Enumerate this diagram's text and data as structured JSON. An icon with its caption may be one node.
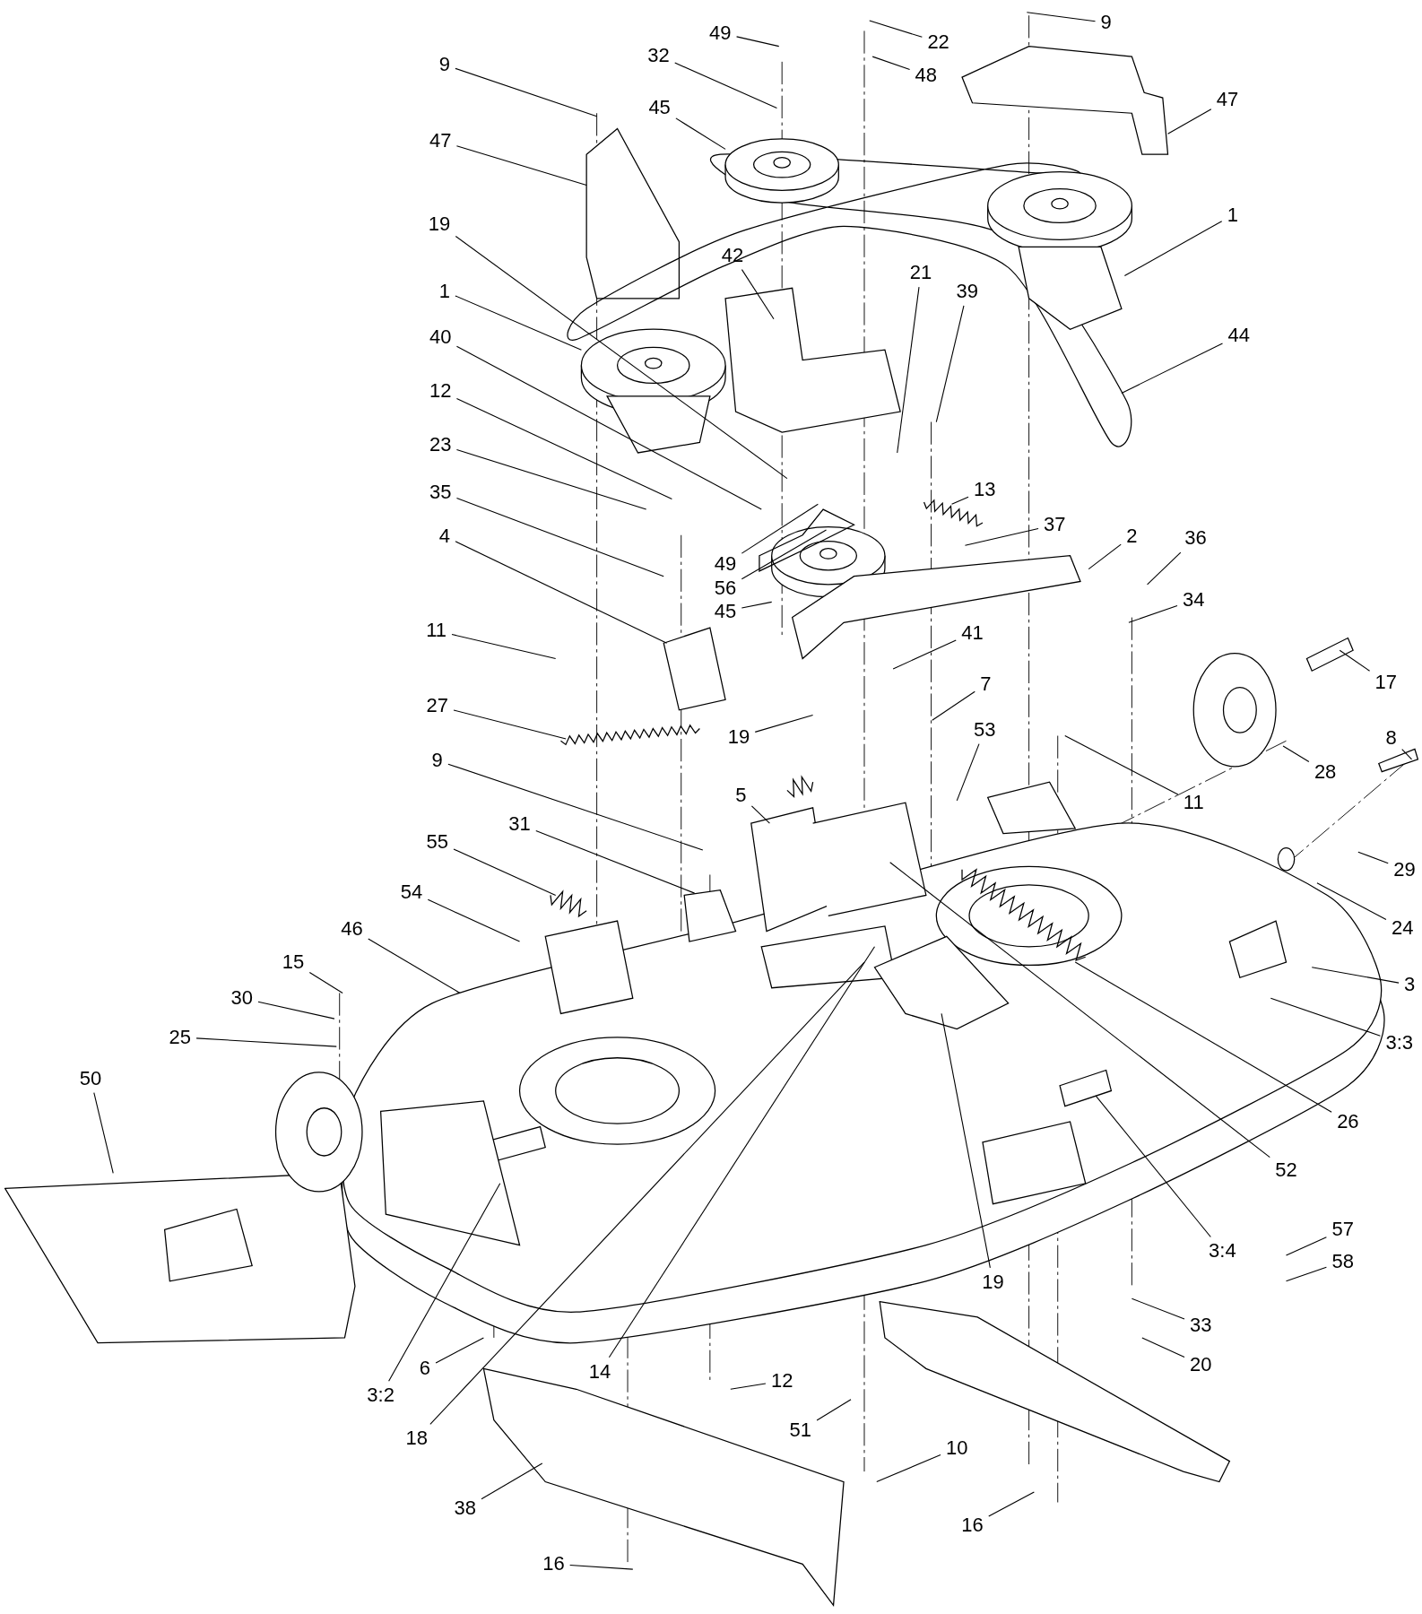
{
  "diagram": {
    "nodes": [
      {
        "text": [
          "49"
        ]
      },
      {
        "text": [
          "22"
        ]
      },
      {
        "text": [
          "9"
        ]
      },
      {
        "text": [
          "32"
        ]
      },
      {
        "text": [
          "48"
        ]
      },
      {
        "text": [
          "47"
        ]
      },
      {
        "text": [
          "9"
        ]
      },
      {
        "text": [
          "45"
        ]
      },
      {
        "text": [
          "47"
        ]
      },
      {
        "text": [
          "1"
        ]
      },
      {
        "text": [
          "19"
        ]
      },
      {
        "text": [
          "42"
        ]
      },
      {
        "text": [
          "21"
        ]
      },
      {
        "text": [
          "39"
        ]
      },
      {
        "text": [
          "1"
        ]
      },
      {
        "text": [
          "40"
        ]
      },
      {
        "text": [
          "44"
        ]
      },
      {
        "text": [
          "12"
        ]
      },
      {
        "text": [
          "23"
        ]
      },
      {
        "text": [
          "35"
        ]
      },
      {
        "text": [
          "13"
        ]
      },
      {
        "text": [
          "37"
        ]
      },
      {
        "text": [
          "2"
        ]
      },
      {
        "text": [
          "36"
        ]
      },
      {
        "text": [
          "49"
        ]
      },
      {
        "text": [
          "56"
        ]
      },
      {
        "text": [
          "45"
        ]
      },
      {
        "text": [
          "4"
        ]
      },
      {
        "text": [
          "34"
        ]
      },
      {
        "text": [
          "11"
        ]
      },
      {
        "text": [
          "41"
        ]
      },
      {
        "text": [
          "17"
        ]
      },
      {
        "text": [
          "27"
        ]
      },
      {
        "text": [
          "19"
        ]
      },
      {
        "text": [
          "7"
        ]
      },
      {
        "text": [
          "53"
        ]
      },
      {
        "text": [
          "11"
        ]
      },
      {
        "text": [
          "28"
        ]
      },
      {
        "text": [
          "8"
        ]
      },
      {
        "text": [
          "9"
        ]
      },
      {
        "text": [
          "5"
        ]
      },
      {
        "text": [
          "31"
        ]
      },
      {
        "text": [
          "55"
        ]
      },
      {
        "text": [
          "29"
        ]
      },
      {
        "text": [
          "54"
        ]
      },
      {
        "text": [
          "46"
        ]
      },
      {
        "text": [
          "15"
        ]
      },
      {
        "text": [
          "24"
        ]
      },
      {
        "text": [
          "30"
        ]
      },
      {
        "text": [
          "25"
        ]
      },
      {
        "text": [
          "3"
        ]
      },
      {
        "text": [
          "3:3"
        ]
      },
      {
        "text": [
          "50"
        ]
      },
      {
        "text": [
          "26"
        ]
      },
      {
        "text": [
          "52"
        ]
      },
      {
        "text": [
          "19"
        ]
      },
      {
        "text": [
          "3:4"
        ]
      },
      {
        "text": [
          "57"
        ]
      },
      {
        "text": [
          "58"
        ]
      },
      {
        "text": [
          "33"
        ]
      },
      {
        "text": [
          "20"
        ]
      },
      {
        "text": [
          "6"
        ]
      },
      {
        "text": [
          "3:2"
        ]
      },
      {
        "text": [
          "14"
        ]
      },
      {
        "text": [
          "18"
        ]
      },
      {
        "text": [
          "12"
        ]
      },
      {
        "text": [
          "51"
        ]
      },
      {
        "text": [
          "10"
        ]
      },
      {
        "text": [
          "38"
        ]
      },
      {
        "text": [
          "16"
        ]
      },
      {
        "text": [
          "16"
        ]
      }
    ],
    "edges": [
      {
        "from": 0,
        "to": null,
        "arrow": "none"
      },
      {
        "from": 1,
        "to": null,
        "arrow": "none"
      },
      {
        "from": 2,
        "to": null,
        "arrow": "none"
      },
      {
        "from": 3,
        "to": null,
        "arrow": "none"
      },
      {
        "from": 4,
        "to": null,
        "arrow": "none"
      },
      {
        "from": 5,
        "to": null,
        "arrow": "none"
      },
      {
        "from": 6,
        "to": null,
        "arrow": "none"
      },
      {
        "from": 7,
        "to": null,
        "arrow": "none"
      },
      {
        "from": 8,
        "to": null,
        "arrow": "none"
      },
      {
        "from": 9,
        "to": null,
        "arrow": "none"
      },
      {
        "from": 10,
        "to": null,
        "arrow": "none"
      },
      {
        "from": 11,
        "to": null,
        "arrow": "none"
      },
      {
        "from": 12,
        "to": null,
        "arrow": "none"
      },
      {
        "from": 13,
        "to": null,
        "arrow": "none"
      },
      {
        "from": 14,
        "to": null,
        "arrow": "none"
      },
      {
        "from": 15,
        "to": null,
        "arrow": "none"
      },
      {
        "from": 16,
        "to": null,
        "arrow": "none"
      },
      {
        "from": 17,
        "to": null,
        "arrow": "none"
      },
      {
        "from": 18,
        "to": null,
        "arrow": "none"
      },
      {
        "from": 19,
        "to": null,
        "arrow": "none"
      },
      {
        "from": 20,
        "to": null,
        "arrow": "none"
      },
      {
        "from": 21,
        "to": null,
        "arrow": "none"
      },
      {
        "from": 22,
        "to": null,
        "arrow": "none"
      },
      {
        "from": 23,
        "to": null,
        "arrow": "none"
      },
      {
        "from": 24,
        "to": null,
        "arrow": "none"
      },
      {
        "from": 25,
        "to": null,
        "arrow": "none"
      },
      {
        "from": 26,
        "to": null,
        "arrow": "none"
      },
      {
        "from": 27,
        "to": null,
        "arrow": "none"
      },
      {
        "from": 28,
        "to": null,
        "arrow": "none"
      },
      {
        "from": 29,
        "to": null,
        "arrow": "none"
      },
      {
        "from": 30,
        "to": null,
        "arrow": "none"
      },
      {
        "from": 31,
        "to": null,
        "arrow": "none"
      },
      {
        "from": 32,
        "to": null,
        "arrow": "none"
      },
      {
        "from": 33,
        "to": null,
        "arrow": "none"
      },
      {
        "from": 34,
        "to": null,
        "arrow": "none"
      },
      {
        "from": 35,
        "to": null,
        "arrow": "none"
      },
      {
        "from": 36,
        "to": null,
        "arrow": "none"
      },
      {
        "from": 37,
        "to": null,
        "arrow": "none"
      },
      {
        "from": 38,
        "to": null,
        "arrow": "none"
      },
      {
        "from": 39,
        "to": null,
        "arrow": "none"
      },
      {
        "from": 40,
        "to": null,
        "arrow": "none"
      },
      {
        "from": 41,
        "to": null,
        "arrow": "none"
      },
      {
        "from": 42,
        "to": null,
        "arrow": "none"
      },
      {
        "from": 43,
        "to": null,
        "arrow": "none"
      },
      {
        "from": 44,
        "to": null,
        "arrow": "none"
      },
      {
        "from": 45,
        "to": null,
        "arrow": "none"
      },
      {
        "from": 46,
        "to": null,
        "arrow": "none"
      },
      {
        "from": 47,
        "to": null,
        "arrow": "none"
      },
      {
        "from": 48,
        "to": null,
        "arrow": "none"
      },
      {
        "from": 49,
        "to": null,
        "arrow": "none"
      },
      {
        "from": 50,
        "to": null,
        "arrow": "none"
      },
      {
        "from": 51,
        "to": null,
        "arrow": "none"
      },
      {
        "from": 52,
        "to": null,
        "arrow": "none"
      },
      {
        "from": 53,
        "to": null,
        "arrow": "none"
      },
      {
        "from": 54,
        "to": null,
        "arrow": "none"
      },
      {
        "from": 55,
        "to": null,
        "arrow": "none"
      },
      {
        "from": 56,
        "to": null,
        "arrow": "none"
      },
      {
        "from": 57,
        "to": null,
        "arrow": "none"
      },
      {
        "from": 58,
        "to": null,
        "arrow": "none"
      },
      {
        "from": 59,
        "to": null,
        "arrow": "none"
      },
      {
        "from": 60,
        "to": null,
        "arrow": "none"
      },
      {
        "from": 61,
        "to": null,
        "arrow": "none"
      },
      {
        "from": 62,
        "to": null,
        "arrow": "none"
      },
      {
        "from": 63,
        "to": null,
        "arrow": "none"
      },
      {
        "from": 64,
        "to": null,
        "arrow": "none"
      },
      {
        "from": 65,
        "to": null,
        "arrow": "none"
      },
      {
        "from": 66,
        "to": null,
        "arrow": "none"
      },
      {
        "from": 67,
        "to": null,
        "arrow": "none"
      },
      {
        "from": 68,
        "to": null,
        "arrow": "none"
      },
      {
        "from": 69,
        "to": null,
        "arrow": "none"
      },
      {
        "from": 70,
        "to": null,
        "arrow": "none"
      }
    ]
  }
}
